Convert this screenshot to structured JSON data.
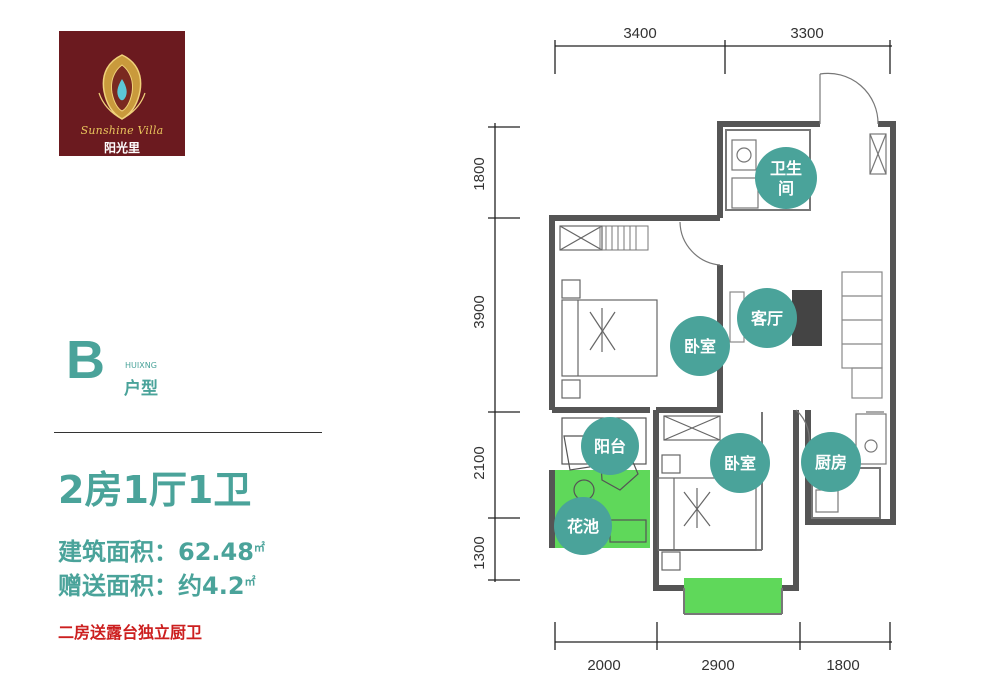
{
  "logo": {
    "name_en": "Sunshine Villa",
    "name_cn": "阳光里"
  },
  "unit": {
    "letter": "B",
    "pinyin": "HUIXNG",
    "label": "户型",
    "layout": "2房1厅1卫",
    "build_area_label": "建筑面积：",
    "build_area_value": "62.48",
    "bonus_area_label": "赠送面积：",
    "bonus_area_value": "约4.2",
    "area_unit": "㎡",
    "promo": "二房送露台独立厨卫"
  },
  "dimensions": {
    "top": [
      "3400",
      "3300"
    ],
    "left": [
      "1800",
      "3900",
      "2100",
      "1300"
    ],
    "bottom": [
      "2000",
      "2900",
      "1800"
    ]
  },
  "rooms": {
    "bathroom_line1": "卫生",
    "bathroom_line2": "间",
    "living": "客厅",
    "bedroom_main": "卧室",
    "balcony": "阳台",
    "bedroom_second": "卧室",
    "kitchen": "厨房",
    "planter": "花池"
  },
  "colors": {
    "brand_teal": "#4aa39a",
    "logo_bg": "#6b1a1f",
    "promo_red": "#cc1f1f",
    "green_area": "#5fd85a"
  }
}
